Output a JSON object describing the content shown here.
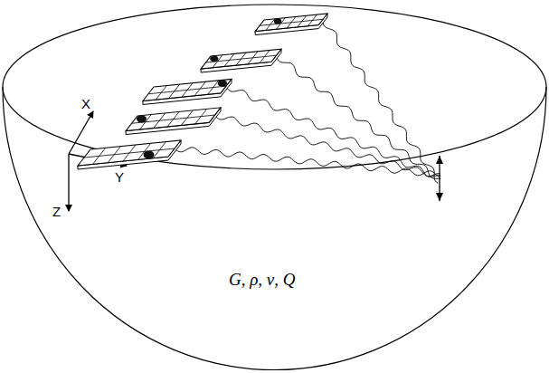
{
  "diagram": {
    "labels": [
      "X",
      "Y",
      "Z",
      "G, ρ, ν, Q"
    ]
  }
}
